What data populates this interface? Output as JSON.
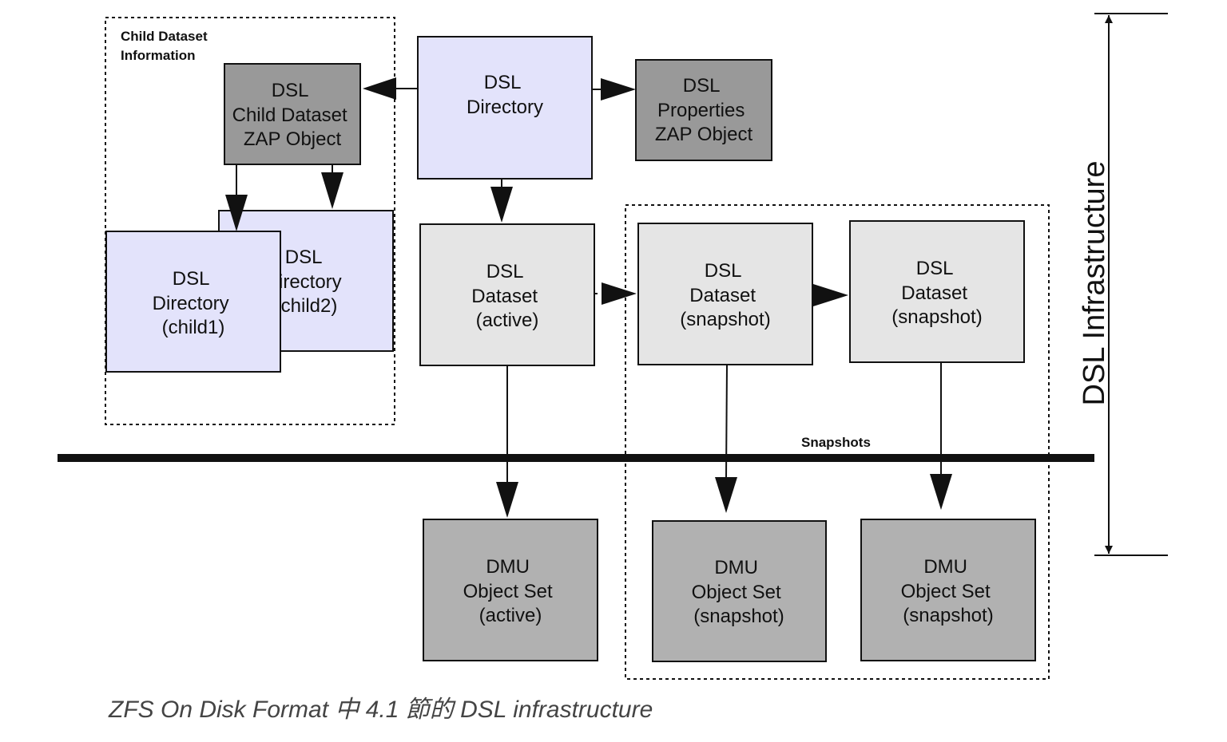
{
  "diagram": {
    "colors": {
      "dsl_directory_fill": "#e3e3fb",
      "zap_object_fill": "#999999",
      "dsl_dataset_fill": "#e5e5e5",
      "dmu_object_set_fill": "#b1b1b1",
      "stroke": "#111111"
    },
    "groups": {
      "child_dataset": [
        "Child Dataset",
        "Information"
      ],
      "snapshots": "Snapshots"
    },
    "boxes": {
      "dsl_directory": [
        "DSL",
        "Directory"
      ],
      "child_dataset_zap": [
        "DSL",
        "Child Dataset",
        "ZAP Object"
      ],
      "properties_zap": [
        "DSL",
        "Properties",
        "ZAP Object"
      ],
      "directory_child2": [
        "DSL",
        "Directory",
        "(child2)"
      ],
      "directory_child1": [
        "DSL",
        "Directory",
        "(child1)"
      ],
      "dataset_active": [
        "DSL",
        "Dataset",
        "(active)"
      ],
      "dataset_snapshot_1": [
        "DSL",
        "Dataset",
        "(snapshot)"
      ],
      "dataset_snapshot_2": [
        "DSL",
        "Dataset",
        "(snapshot)"
      ],
      "objset_active": [
        "DMU",
        "Object Set",
        "(active)"
      ],
      "objset_snapshot_1": [
        "DMU",
        "Object Set",
        "(snapshot)"
      ],
      "objset_snapshot_2": [
        "DMU",
        "Object Set",
        "(snapshot)"
      ]
    },
    "side_label": "DSL Infrastructure"
  },
  "caption": "ZFS On Disk Format 中 4.1 節的 DSL infrastructure"
}
